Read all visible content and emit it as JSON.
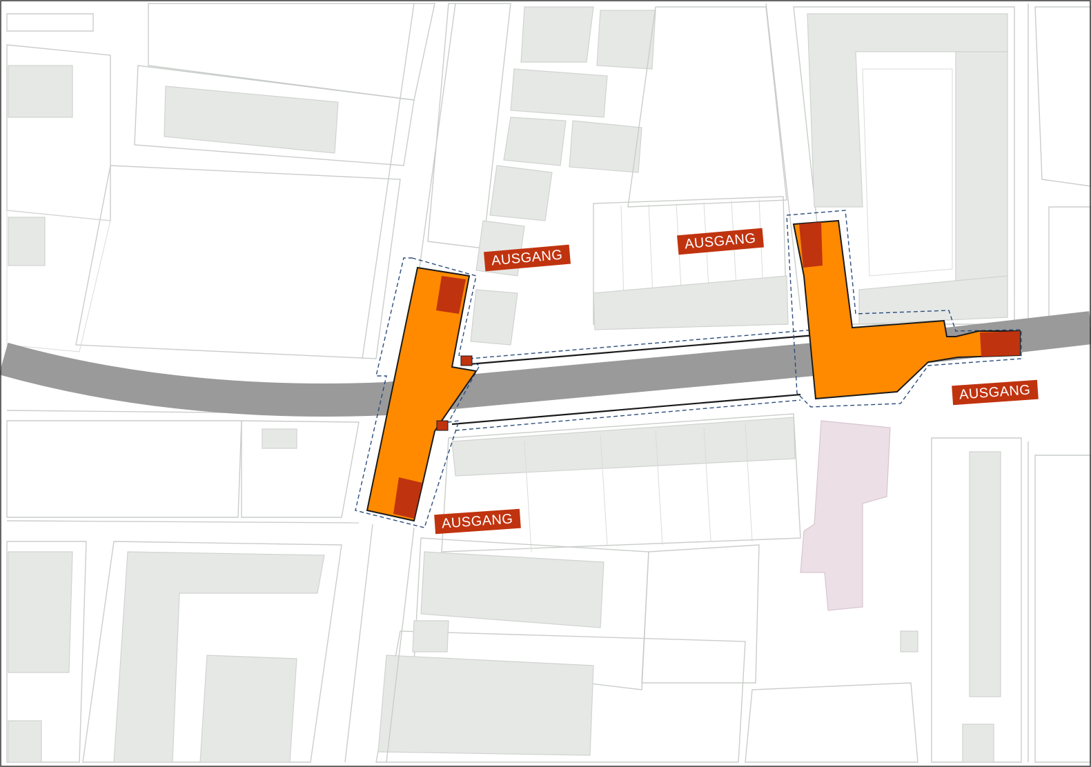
{
  "map": {
    "exits": [
      {
        "label": "AUSGANG"
      },
      {
        "label": "AUSGANG"
      },
      {
        "label": "AUSGANG"
      },
      {
        "label": "AUSGANG"
      }
    ],
    "colors": {
      "station": "#ff8a00",
      "entrance": "#c0330f",
      "track": "#9a9a9a",
      "buildings": "#e6e8e6",
      "label_bg": "#c0330f",
      "label_text": "#ffffff"
    }
  }
}
